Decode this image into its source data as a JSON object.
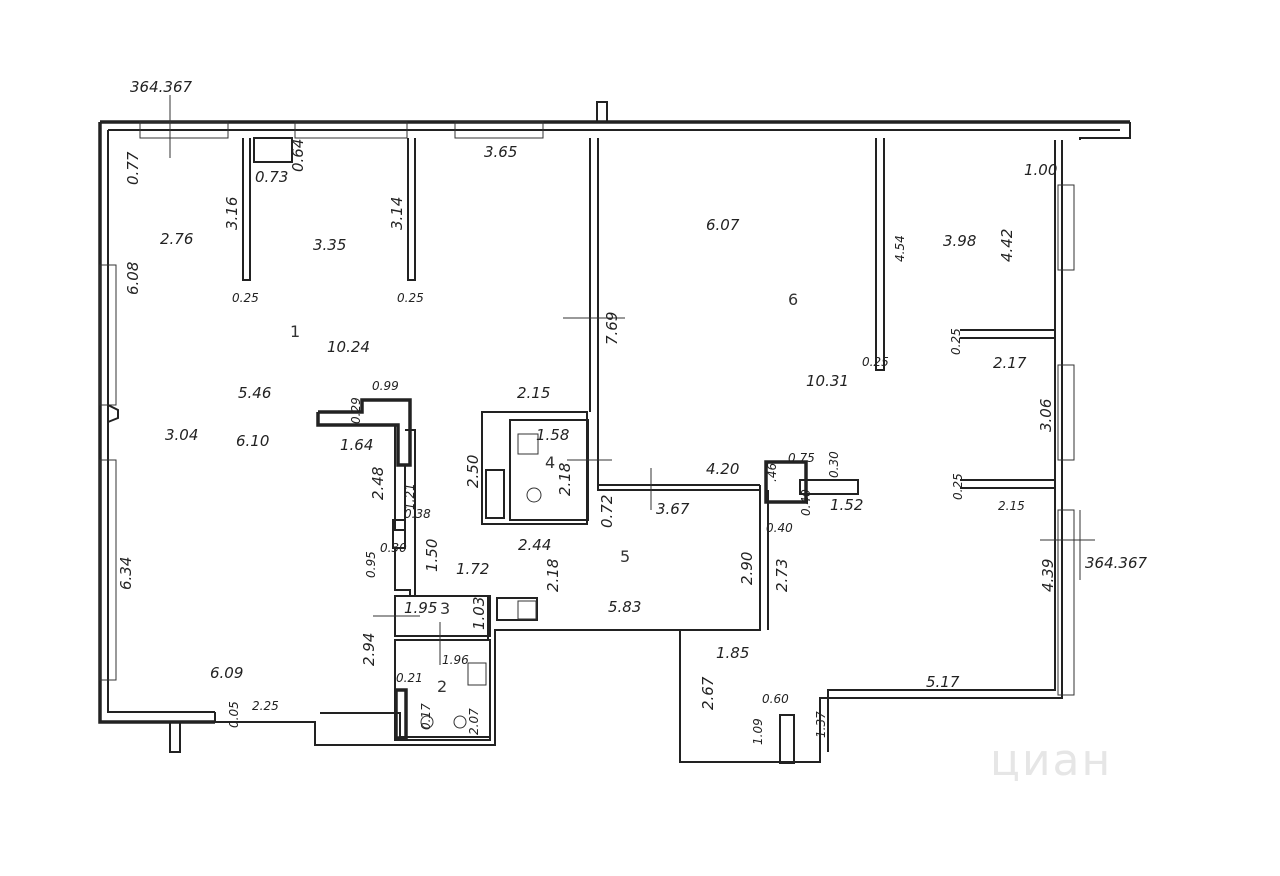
{
  "level_marks": [
    "364.367",
    "364.367"
  ],
  "rooms": [
    "1",
    "2",
    "3",
    "4",
    "5",
    "6"
  ],
  "dimensions": {
    "d077": "0.77",
    "d073": "0.73",
    "d064": "0.64",
    "d365": "3.65",
    "d316": "3.16",
    "d314": "3.14",
    "d276": "2.76",
    "d335": "3.35",
    "d608": "6.08",
    "d025a": "0.25",
    "d025b": "0.25",
    "d1024": "10.24",
    "d546": "5.46",
    "d099": "0.99",
    "d029": "0.29",
    "d215a": "2.15",
    "d304": "3.04",
    "d610": "6.10",
    "d164": "1.64",
    "d248": "2.48",
    "d121": "1.21",
    "d038": "0.38",
    "d095": "0.95",
    "d030a": "0.30",
    "d150": "1.50",
    "d172": "1.72",
    "d634": "6.34",
    "d250": "2.50",
    "d158": "1.58",
    "d218a": "2.18",
    "d072": "0.72",
    "d244": "2.44",
    "d218b": "2.18",
    "d195": "1.95",
    "d103": "1.03",
    "d196": "1.96",
    "d294": "2.94",
    "d021": "0.21",
    "d207": "2.07",
    "d017": "0.17",
    "d609": "6.09",
    "d005": "0.05",
    "d225": "2.25",
    "d607": "6.07",
    "d769": "7.69",
    "d454": "4.54",
    "d398": "3.98",
    "d442": "4.42",
    "d100": "1.00",
    "d025c": "0.25",
    "d025d": "0.25",
    "d217": "2.17",
    "d1031": "10.31",
    "d306": "3.06",
    "d420": "4.20",
    "d046": ".46",
    "d075": "0.75",
    "d030b": "0.30",
    "d040a": "0.40",
    "d152": "1.52",
    "d040b": "0.40",
    "d367": "3.67",
    "d025e": "0.25",
    "d215b": "2.15",
    "d290": "2.90",
    "d273": "2.73",
    "d583": "5.83",
    "d439": "4.39",
    "d185": "1.85",
    "d267": "2.67",
    "d517": "5.17",
    "d060": "0.60",
    "d109": "1.09",
    "d137": "1.37"
  },
  "watermark": "циан"
}
